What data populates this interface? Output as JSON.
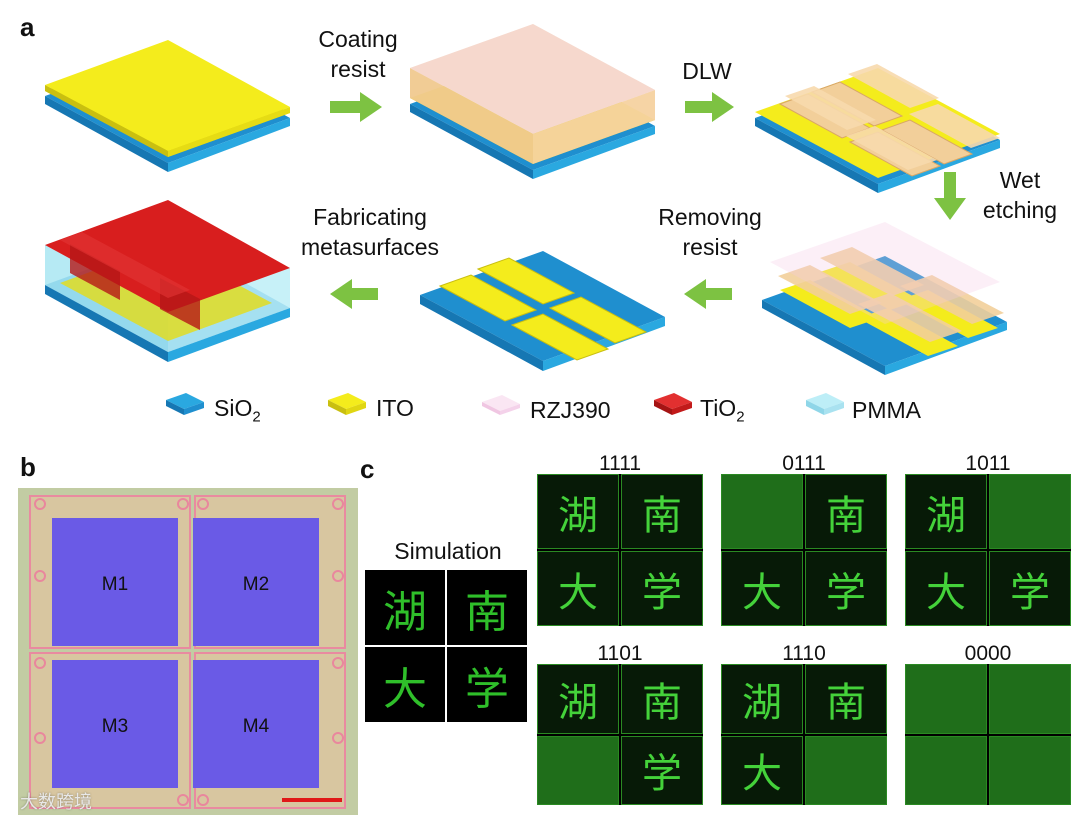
{
  "panel_letters": {
    "a": "a",
    "b": "b",
    "c": "c"
  },
  "process_steps": {
    "coating": "Coating\nresist",
    "dlw": "DLW",
    "wet": "Wet\netching",
    "removing": "Removing\nresist",
    "fabricating": "Fabricating\nmetasurfaces"
  },
  "legend": [
    {
      "label": "SiO",
      "sub": "2",
      "color": "#2aa8e0"
    },
    {
      "label": "ITO",
      "sub": "",
      "color": "#f2ea1a"
    },
    {
      "label": "RZJ390",
      "sub": "",
      "color": "#f6d6ec"
    },
    {
      "label": "TiO",
      "sub": "2",
      "color": "#d81e1e"
    },
    {
      "label": "PMMA",
      "sub": "",
      "color": "#a9e6f2"
    }
  ],
  "metasurfaces": [
    "M1",
    "M2",
    "M3",
    "M4"
  ],
  "simulation": {
    "title": "Simulation",
    "characters": [
      "湖",
      "南",
      "大",
      "学"
    ]
  },
  "measurements": [
    {
      "code": "1111",
      "on": [
        1,
        1,
        1,
        1
      ]
    },
    {
      "code": "0111",
      "on": [
        0,
        1,
        1,
        1
      ]
    },
    {
      "code": "1011",
      "on": [
        1,
        0,
        1,
        1
      ]
    },
    {
      "code": "1101",
      "on": [
        1,
        1,
        0,
        1
      ]
    },
    {
      "code": "1110",
      "on": [
        1,
        1,
        1,
        0
      ]
    },
    {
      "code": "0000",
      "on": [
        0,
        0,
        0,
        0
      ]
    }
  ],
  "watermark": "大数跨境"
}
